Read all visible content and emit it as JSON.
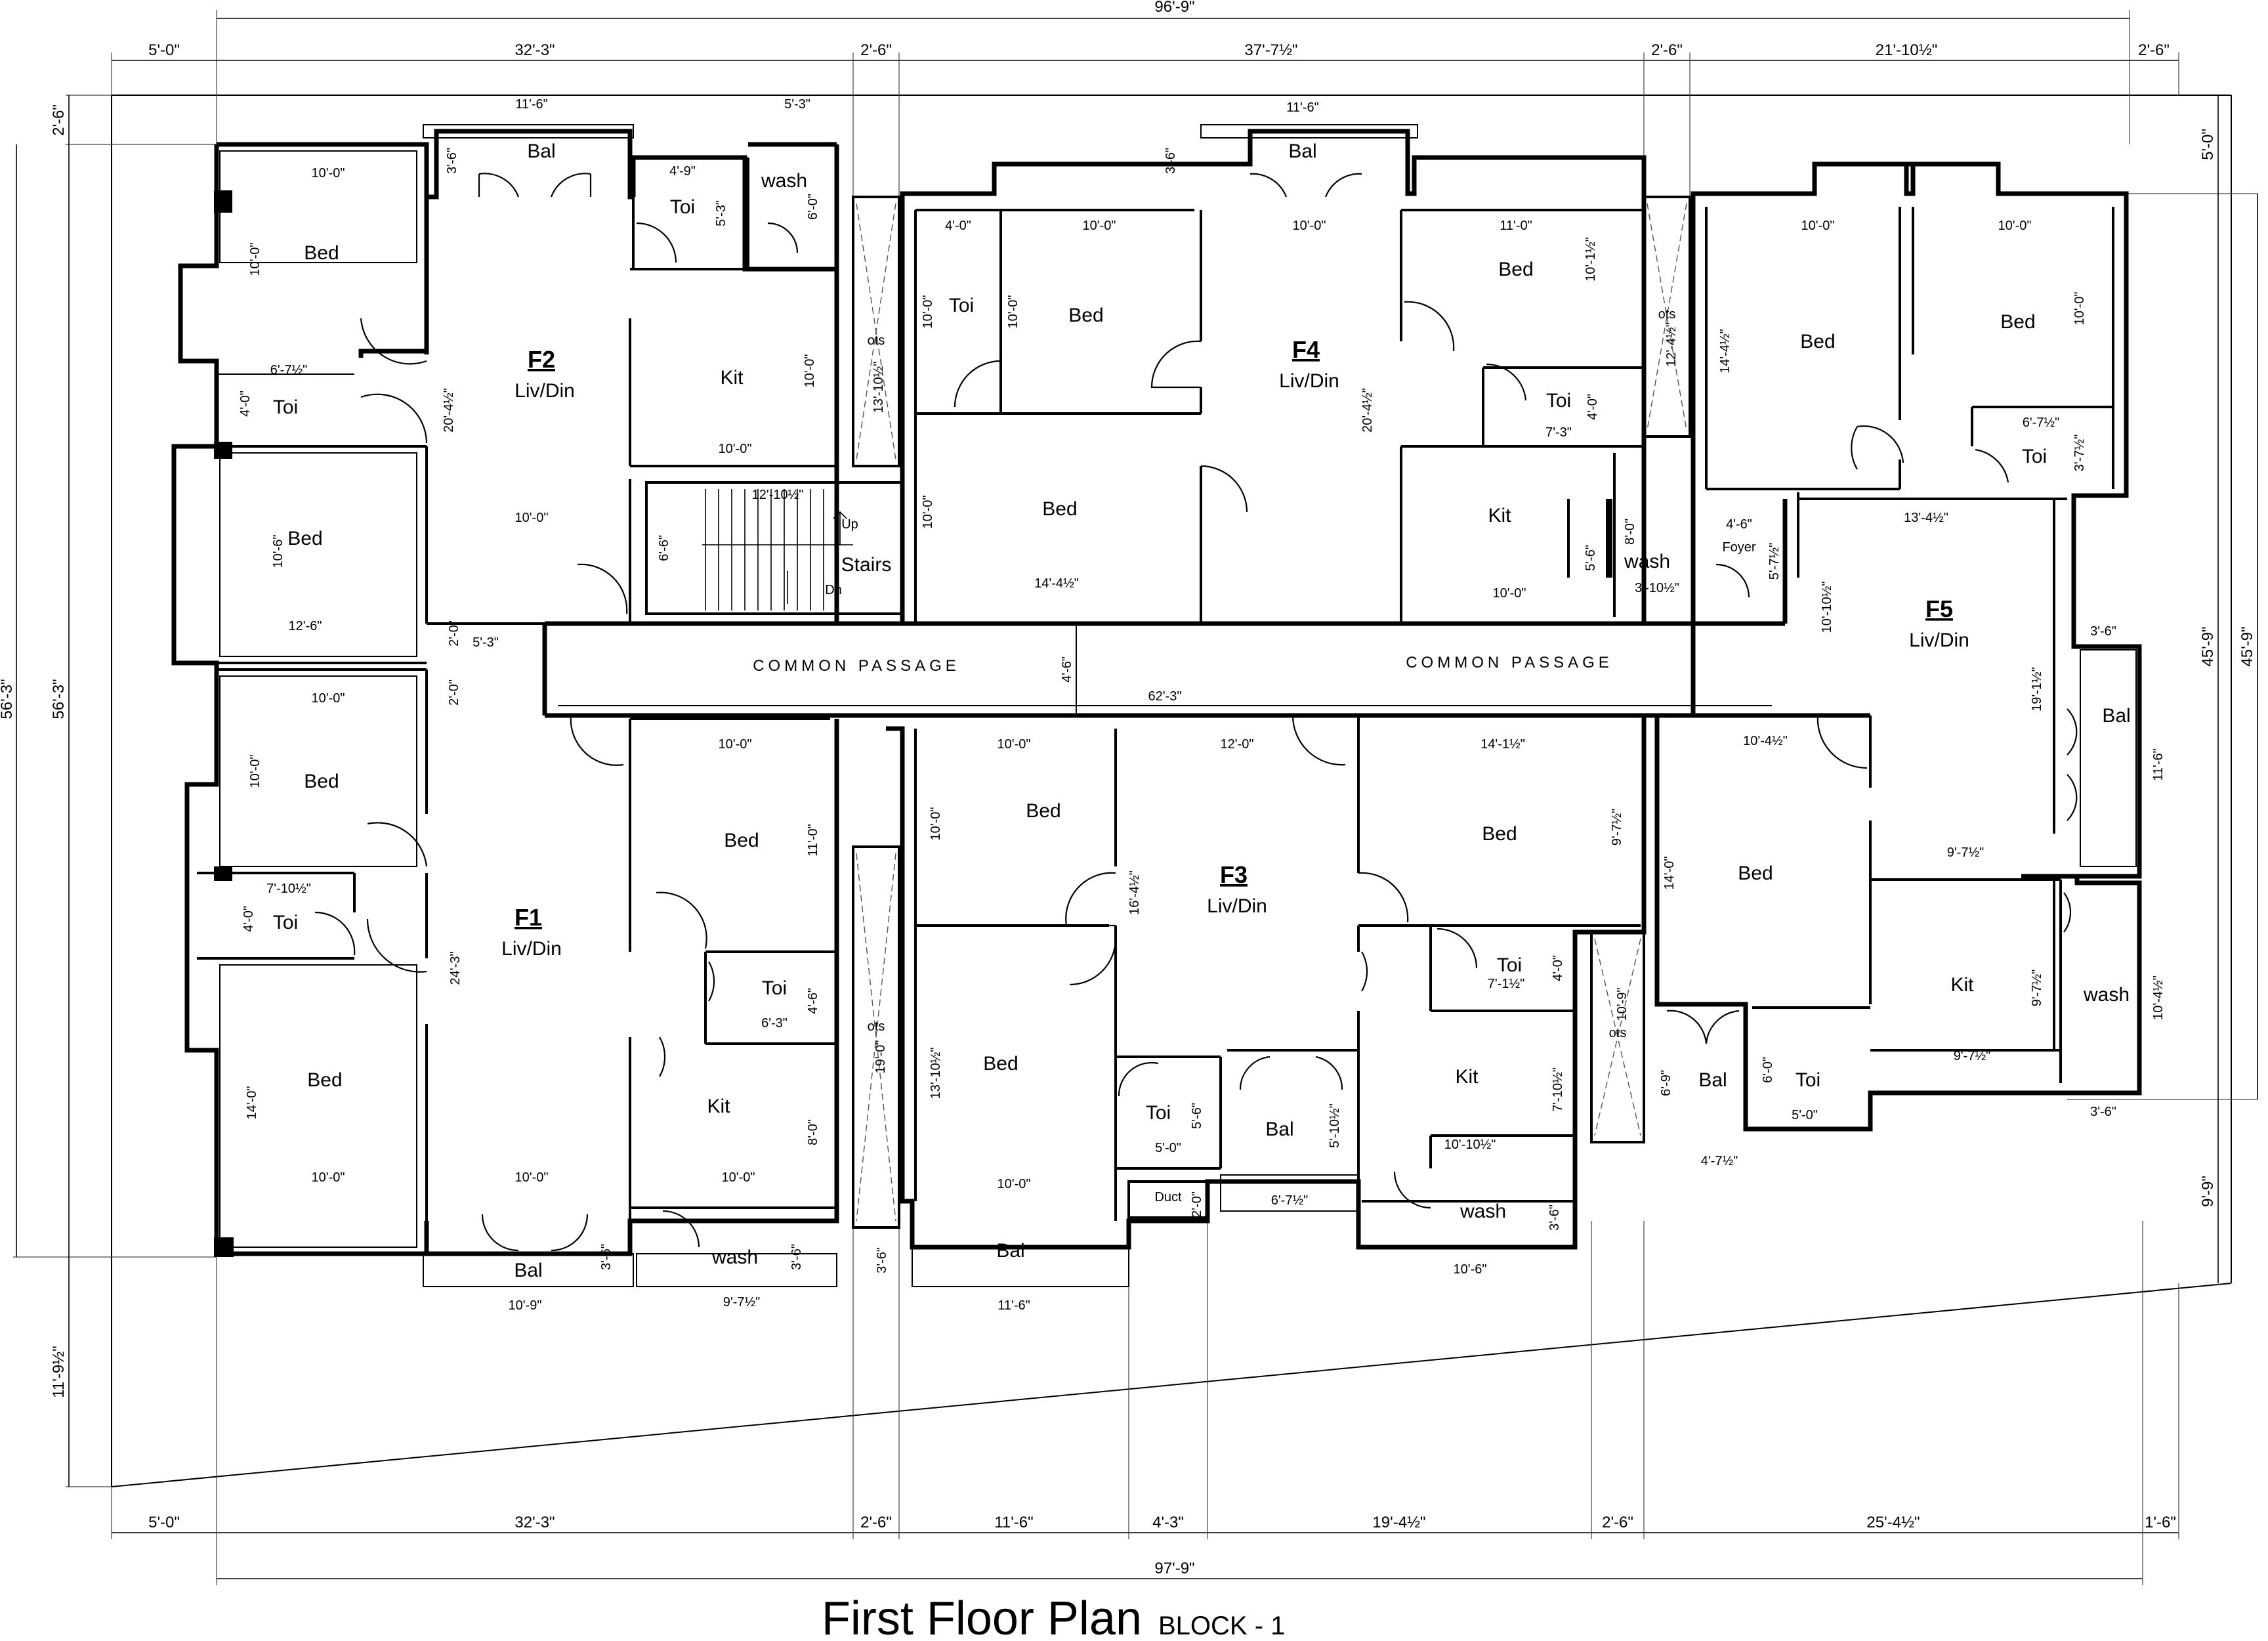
{
  "title": {
    "main": "First Floor Plan",
    "sub": "BLOCK - 1"
  },
  "flats": {
    "f1": {
      "name": "F1",
      "liv": "Liv/Din"
    },
    "f2": {
      "name": "F2",
      "liv": "Liv/Din"
    },
    "f3": {
      "name": "F3",
      "liv": "Liv/Din"
    },
    "f4": {
      "name": "F4",
      "liv": "Liv/Din"
    },
    "f5": {
      "name": "F5",
      "liv": "Liv/Din"
    }
  },
  "rooms": {
    "bed": "Bed",
    "toi": "Toi",
    "kit": "Kit",
    "bal": "Bal",
    "wash": "wash",
    "stairs": "Stairs",
    "up": "Up",
    "dn": "Dn",
    "ots": "ots",
    "duct": "Duct",
    "foyer": "Foyer",
    "common_passage": "COMMON PASSAGE"
  },
  "dims_top": [
    "96'-9\"",
    "5'-0\"",
    "32'-3\"",
    "2'-6\"",
    "37'-7½\"",
    "2'-6\"",
    "21'-10½\"",
    "2'-6\""
  ],
  "dims_bottom": [
    "5'-0\"",
    "32'-3\"",
    "2'-6\"",
    "11'-6\"",
    "4'-3\"",
    "19'-4½\"",
    "2'-6\"",
    "25'-4½\"",
    "1'-6\"",
    "97'-9\""
  ],
  "dims_left": [
    "2'-6\"",
    "56'-3\"",
    "56'-3\"",
    "11'-9½\""
  ],
  "dims_right": [
    "5'-0\"",
    "45'-9\"",
    "45'-9\"",
    "9'-9\""
  ],
  "dims_inner": {
    "f2_bed1_w": "10'-0\"",
    "f2_bed1_h": "10'-0\"",
    "f2_toi_w": "6'-7½\"",
    "f2_toi_h": "4'-0\"",
    "f2_bed2_w": "12'-6\"",
    "f2_bed2_h": "10'-6\"",
    "f2_bal_w": "11'-6\"",
    "f2_bal_h": "3'-6\"",
    "f2_toi2_w": "4'-9\"",
    "f2_toi2_h": "5'-3\"",
    "f2_wash_w": "5'-3\"",
    "f2_wash_h": "6'-0\"",
    "f2_liv_h": "20'-4½\"",
    "f2_liv_w": "10'-0\"",
    "f2_kit_w": "10'-0\"",
    "f2_kit_h": "10'-0\"",
    "f2_2_0a": "2'-0\"",
    "f2_5_3": "5'-3\"",
    "f2_2_0b": "2'-0\"",
    "stair_w": "12'-10½\"",
    "stair_h": "6'-6\"",
    "ots1": "13'-10½\"",
    "f4_toi_w": "4'-0\"",
    "f4_toi_h": "10'-0\"",
    "f4_bed1_w": "10'-0\"",
    "f4_bed1_h": "10'-0\"",
    "f4_bal_w": "11'-6\"",
    "f4_bal_h": "3'-6\"",
    "f4_liv_w": "10'-0\"",
    "f4_liv_h": "20'-4½\"",
    "f4_bed2_w": "14'-4½\"",
    "f4_bed2_h": "10'-0\"",
    "f4_bed3_w": "11'-0\"",
    "f4_bed3_h": "10'-1½\"",
    "f4_toi2_w": "7'-3\"",
    "f4_toi2_h": "4'-0\"",
    "f4_kit_w": "10'-0\"",
    "f4_kit_h": "5'-6\"",
    "f4_wash_w": "3'-10½\"",
    "f4_wash_h": "8'-0\"",
    "ots2": "12'-4½\"",
    "f5_bed1_w": "10'-0\"",
    "f5_bed1_h": "14'-4½\"",
    "f5_bed2_w": "10'-0\"",
    "f5_bed2_h": "10'-0\"",
    "f5_toi_w": "6'-7½\"",
    "f5_toi_h": "3'-7½\"",
    "f5_foyer_w": "4'-6\"",
    "f5_foyer_h": "5'-7½\"",
    "f5_liv_w": "13'-4½\"",
    "f5_liv_h": "10'-10½\"",
    "f5_3_6a": "3'-6\"",
    "f5_liv_h2": "19'-1½\"",
    "f5_bal_h": "11'-6\"",
    "f5_bed3_w": "10'-4½\"",
    "f5_bed3_h": "14'-0\"",
    "f5_9_7a": "9'-7½\"",
    "f5_kit_w": "9'-7½\"",
    "f5_kit_h": "9'-7½\"",
    "f5_wash_h": "10'-4½\"",
    "f5_3_6b": "3'-6\"",
    "f5_bal2_h": "6'-9\"",
    "f5_bal2_w": "4'-7½\"",
    "f5_toi2_w": "5'-0\"",
    "f5_toi2_h": "6'-0\"",
    "passage_h": "4'-6\"",
    "passage_w": "62'-3\"",
    "f1_bed1_w": "10'-0\"",
    "f1_bed1_h": "10'-0\"",
    "f1_toi_w": "7'-10½\"",
    "f1_toi_h": "4'-0\"",
    "f1_bed2_w": "10'-0\"",
    "f1_bed2_h": "14'-0\"",
    "f1_liv_h": "24'-3\"",
    "f1_liv_w": "10'-0\"",
    "f1_bed3_w": "10'-0\"",
    "f1_bed3_h": "11'-0\"",
    "f1_toi2_w": "6'-3\"",
    "f1_toi2_h": "4'-6\"",
    "f1_kit_w": "10'-0\"",
    "f1_kit_h": "8'-0\"",
    "f1_bal_w": "10'-9\"",
    "f1_bal_h": "3'-6\"",
    "f1_wash_w": "9'-7½\"",
    "f1_wash_h": "3'-6\"",
    "f1_3_6": "3'-6\"",
    "ots3": "19'-0\"",
    "f3_bed1_w": "10'-0\"",
    "f3_bed1_h": "10'-0\"",
    "f3_liv_w": "12'-0\"",
    "f3_liv_h": "16'-4½\"",
    "f3_bed2_w": "10'-0\"",
    "f3_bed2_h": "13'-10½\"",
    "f3_toi_w": "5'-0\"",
    "f3_toi_h": "5'-6\"",
    "f3_bal_w": "6'-7½\"",
    "f3_bal_h": "5'-10½\"",
    "f3_duct": "2'-0\"",
    "f3_bal2_w": "11'-6\"",
    "f3_bed3_w": "14'-1½\"",
    "f3_bed3_h": "9'-7½\"",
    "f3_toi2_w": "7'-1½\"",
    "f3_toi2_h": "4'-0\"",
    "f3_kit_w": "10'-10½\"",
    "f3_kit_h": "7'-10½\"",
    "f3_wash_w": "10'-6\"",
    "f3_wash_h": "3'-6\"",
    "ots4": "10'-9\""
  }
}
